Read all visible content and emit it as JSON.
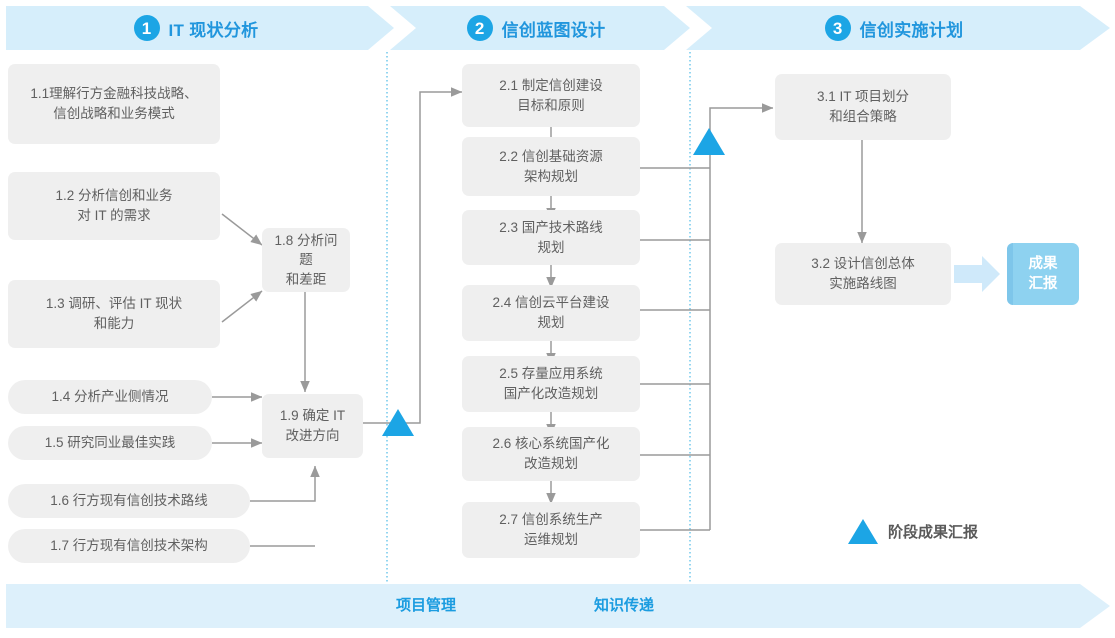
{
  "phases": [
    {
      "number": "1",
      "title": "IT 现状分析"
    },
    {
      "number": "2",
      "title": "信创蓝图设计"
    },
    {
      "number": "3",
      "title": "信创实施计划"
    }
  ],
  "phase1_boxes": [
    {
      "id": "1.1",
      "text": "1.1理解行方金融科技战略、\n信创战略和业务模式"
    },
    {
      "id": "1.2",
      "text": "1.2 分析信创和业务\n对 IT 的需求"
    },
    {
      "id": "1.3",
      "text": "1.3 调研、评估 IT 现状\n和能力"
    },
    {
      "id": "1.4",
      "text": "1.4 分析产业侧情况"
    },
    {
      "id": "1.5",
      "text": "1.5 研究同业最佳实践"
    },
    {
      "id": "1.6",
      "text": "1.6 行方现有信创技术路线"
    },
    {
      "id": "1.7",
      "text": "1.7 行方现有信创技术架构"
    },
    {
      "id": "1.8",
      "text": "1.8 分析问题\n和差距"
    },
    {
      "id": "1.9",
      "text": "1.9 确定 IT\n改进方向"
    }
  ],
  "phase2_boxes": [
    {
      "id": "2.1",
      "text": "2.1 制定信创建设\n目标和原则"
    },
    {
      "id": "2.2",
      "text": "2.2 信创基础资源\n架构规划"
    },
    {
      "id": "2.3",
      "text": "2.3 国产技术路线\n规划"
    },
    {
      "id": "2.4",
      "text": "2.4 信创云平台建设\n规划"
    },
    {
      "id": "2.5",
      "text": "2.5 存量应用系统\n国产化改造规划"
    },
    {
      "id": "2.6",
      "text": "2.6 核心系统国产化\n改造规划"
    },
    {
      "id": "2.7",
      "text": "2.7 信创系统生产\n运维规划"
    }
  ],
  "phase3_boxes": [
    {
      "id": "3.1",
      "text": "3.1 IT 项目划分\n和组合策略"
    },
    {
      "id": "3.2",
      "text": "3.2 设计信创总体\n实施路线图"
    }
  ],
  "result_badge": {
    "text": "成果\n汇报"
  },
  "legend": {
    "text": "阶段成果汇报"
  },
  "bottom_labels": [
    {
      "text": "项目管理"
    },
    {
      "text": "知识传递"
    }
  ],
  "colors": {
    "accent": "#1ca5e5",
    "phase_band": "#d6eefb",
    "phase_title": "#2196dd",
    "box_fill": "#efefef",
    "box_text": "#606060",
    "badge": "#8ed2f0",
    "bottom_band": "#ddf0fb",
    "bottom_label": "#1b9ce0",
    "wire": "#9a9a9a",
    "divider": "#5bc0e8"
  }
}
